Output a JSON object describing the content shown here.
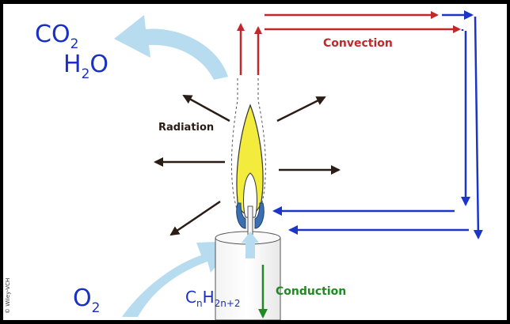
{
  "labels": {
    "convection": "Convection",
    "radiation": "Radiation",
    "conduction": "Conduction",
    "credit": "© Wiley-VCH"
  },
  "products": {
    "co2": {
      "base": "CO",
      "sub": "2"
    },
    "h2o": {
      "base": "H",
      "sub": "2",
      "tail": "O"
    }
  },
  "inputs": {
    "o2": {
      "base": "O",
      "sub": "2"
    },
    "fuel": {
      "c": "C",
      "c_sub": "n",
      "h": "H",
      "h_sub": "2n+2"
    }
  },
  "colors": {
    "convection_up": "#c0282c",
    "convection_down": "#1a35c8",
    "radiation": "#2a1c16",
    "conduction": "#1f8a24",
    "gas_flow": "#b7dcef",
    "flame_yellow": "#f4ec3c",
    "flame_blue": "#3a6fb0",
    "text_blue": "#1a2fc4"
  },
  "icons": [
    "arrow-icon",
    "flame-icon",
    "candle-icon",
    "wick-icon"
  ]
}
